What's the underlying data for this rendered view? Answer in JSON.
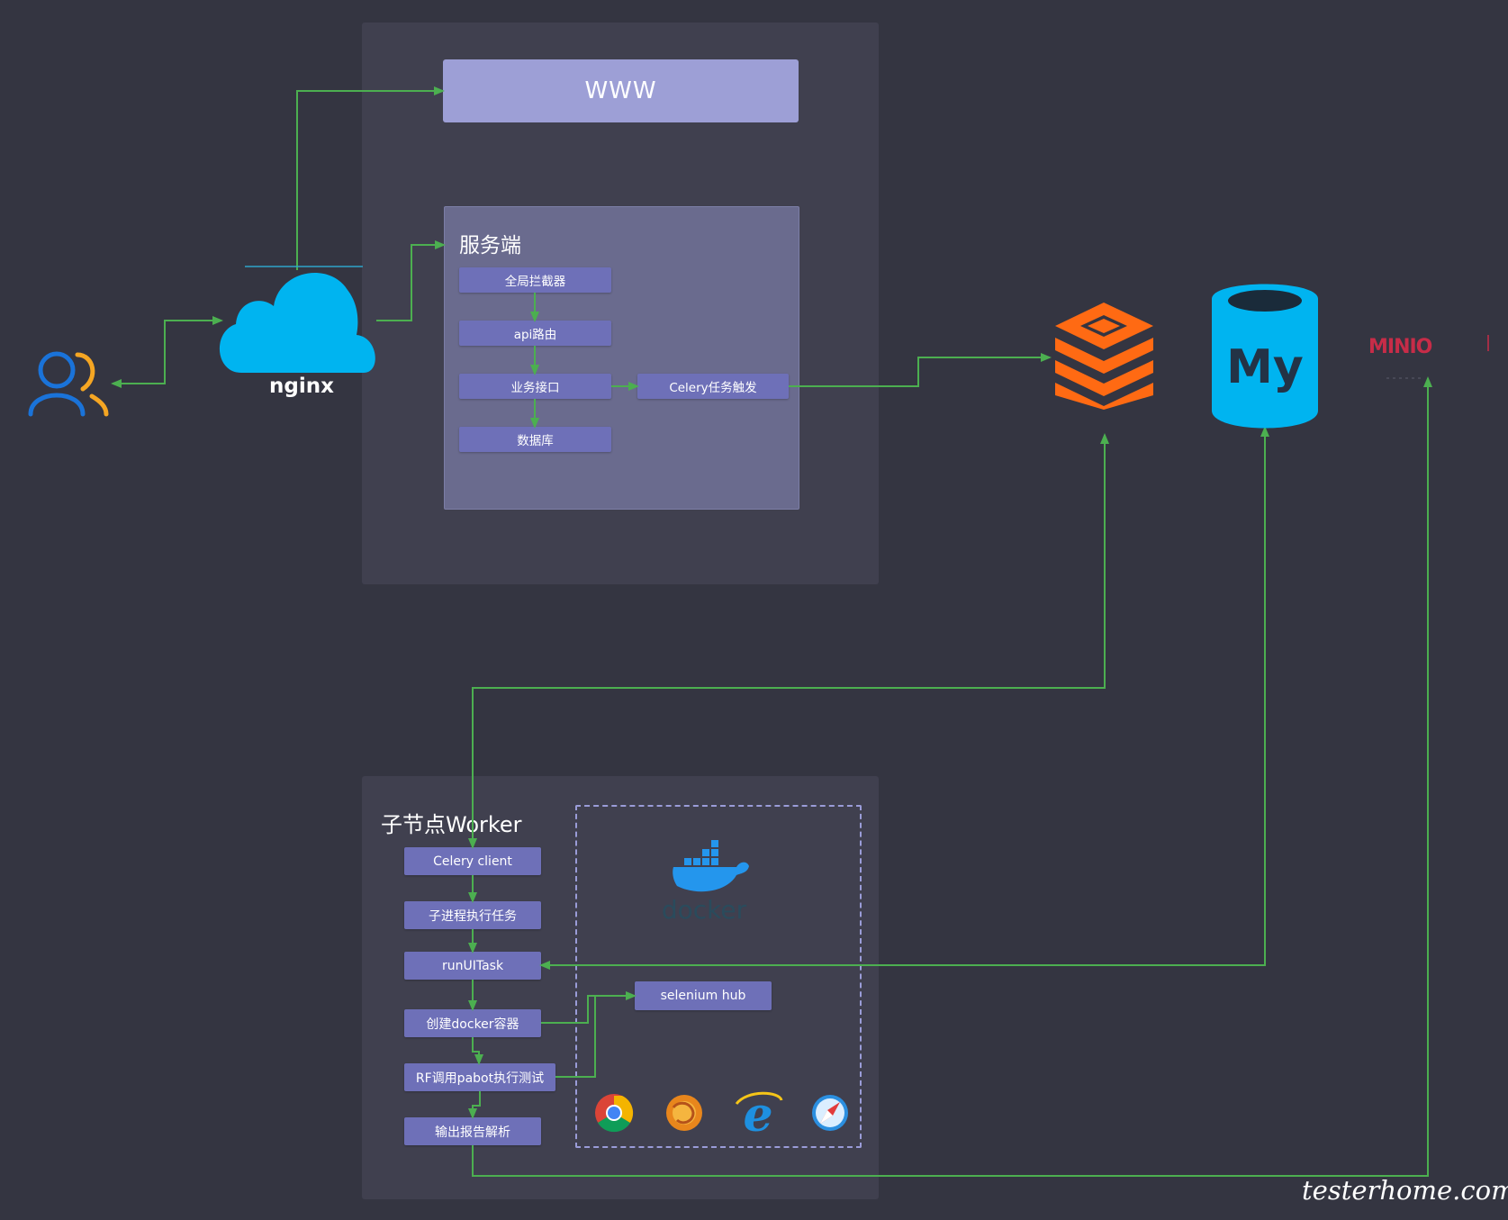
{
  "nodes": {
    "www": "WWW",
    "server_title": "服务端",
    "global_interceptor": "全局拦截器",
    "api_router": "api路由",
    "business_api": "业务接口",
    "celery_trigger": "Celery任务触发",
    "database": "数据库",
    "worker_title": "子节点Worker",
    "celery_client": "Celery client",
    "subprocess_task": "子进程执行任务",
    "run_ui_task": "runUITask",
    "create_container": "创建docker容器",
    "rf_pabot": "RF调用pabot执行测试",
    "report_parse": "输出报告解析",
    "selenium_hub": "selenium hub",
    "nginx": "nginx",
    "mysql_logo": "My",
    "minio_logo": "MINIO",
    "docker_logo": "docker",
    "watermark": "testerhome.com"
  },
  "colors": {
    "background": "#343541",
    "panel": "#40404f",
    "box": "#6e70b8",
    "arrow": "#4caf50",
    "nginx_cloud": "#00b4f0",
    "redis": "#ff6a13",
    "mysql": "#00b4f0",
    "minio": "#c72c48"
  },
  "icons": [
    "users-icon",
    "cloud-icon",
    "redis-icon",
    "mysql-icon",
    "minio-icon",
    "docker-icon",
    "chrome-icon",
    "firefox-icon",
    "ie-icon",
    "safari-icon"
  ]
}
